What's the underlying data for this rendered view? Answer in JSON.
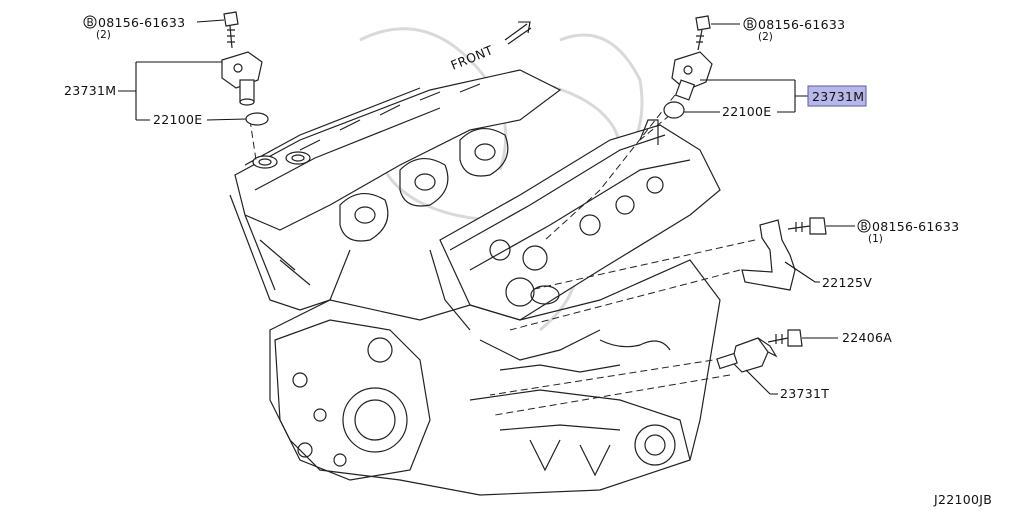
{
  "diagram": {
    "front_label": "FRONT",
    "code": "J22100JB",
    "highlight_color": "#b7b7e9",
    "bolt_marker": "B",
    "callouts": {
      "bolt_top_left": {
        "part": "08156-61633",
        "qty": "(2)"
      },
      "bolt_top_right": {
        "part": "08156-61633",
        "qty": "(2)"
      },
      "bolt_mid_right": {
        "part": "08156-61633",
        "qty": "(1)"
      },
      "sensor_left": "23731M",
      "oring_left": "22100E",
      "sensor_right": "23731M",
      "oring_right": "22100E",
      "bracket": "22125V",
      "bolt_lower": "22406A",
      "sensor_lower": "23731T"
    }
  }
}
